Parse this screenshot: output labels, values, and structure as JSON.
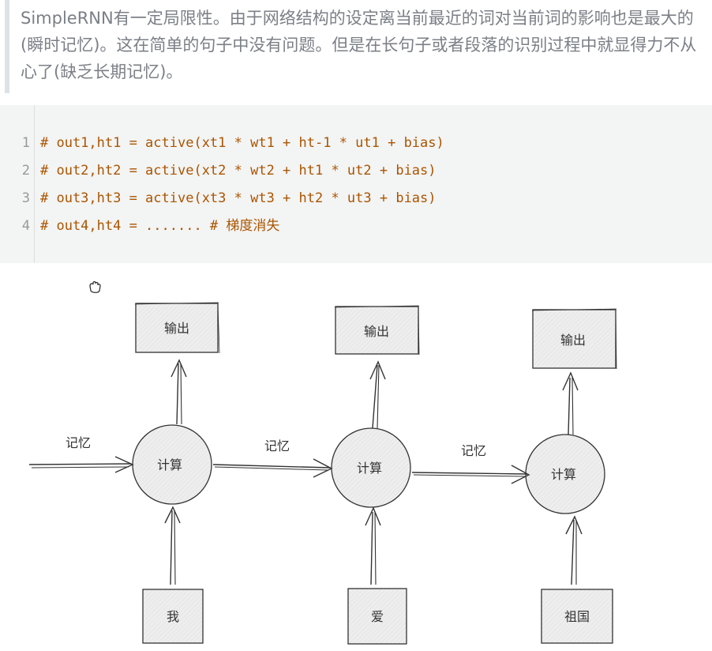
{
  "paragraph": {
    "text": "SimpleRNN有一定局限性。由于网络结构的设定离当前最近的词对当前词的影响也是最大的(瞬时记忆)。这在简单的句子中没有问题。但是在长句子或者段落的识别过程中就显得力不从心了(缺乏长期记忆)。"
  },
  "code": {
    "lines": [
      {
        "number": "1",
        "text": "# out1,ht1 = active(xt1 * wt1 + ht-1 * ut1 + bias)"
      },
      {
        "number": "2",
        "text": "# out2,ht2 = active(xt2 * wt2 + ht1 * ut2 + bias)"
      },
      {
        "number": "3",
        "text": "# out3,ht3 = active(xt3 * wt3 + ht2 * ut3 + bias)"
      },
      {
        "number": "4",
        "text": "# out4,ht4 = ....... # 梯度消失"
      }
    ]
  },
  "diagram": {
    "memory_label": "记忆",
    "compute_label": "计算",
    "output_label": "输出",
    "inputs": [
      "我",
      "爱",
      "祖国"
    ]
  },
  "colors": {
    "code_text": "#aa5500",
    "code_bg": "#f3f4f4",
    "quote_text": "#7b7f86",
    "sketch_fill": "#ededed",
    "sketch_stroke": "#333333"
  }
}
